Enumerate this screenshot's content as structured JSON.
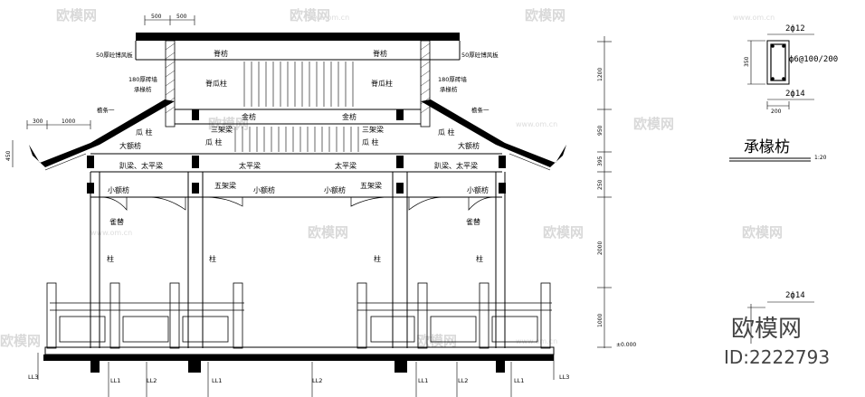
{
  "watermark": {
    "text": "欧模网",
    "url": "www.om.cn"
  },
  "brand": {
    "name": "欧模网",
    "id": "ID:2222793"
  },
  "top_dims": [
    "500",
    "500"
  ],
  "elevation": {
    "labels": {
      "board_left": "50厚砼博风板",
      "board_right": "50厚砼博风板",
      "ridge_purlin_l": "脊枋",
      "ridge_purlin_r": "脊枋",
      "wall_l": "180厚砖墙",
      "wall_r": "180厚砖墙",
      "rafter_purlin_l": "承椽枋",
      "rafter_purlin_r": "承椽枋",
      "ridge_post_l": "脊瓜柱",
      "ridge_post_r": "脊瓜柱",
      "eave_l": "檐条一",
      "eave_r": "檐条一",
      "jin_l": "金枋",
      "jin_r": "金枋",
      "three_beam_l": "三架梁",
      "three_beam_r": "三架梁",
      "melon_l1": "瓜 柱",
      "melon_l2": "瓜 柱",
      "melon_r1": "瓜 柱",
      "melon_r2": "瓜 柱",
      "big_purlin_l": "大额枋",
      "big_purlin_r": "大额枋",
      "beam_l": "趴梁、太平梁",
      "beam_r": "趴梁、太平梁",
      "taiping_l": "太平梁",
      "taiping_r": "太平梁",
      "five_beam_l": "五架梁",
      "five_beam_r": "五架梁",
      "small_l1": "小额枋",
      "small_l2": "小额枋",
      "small_r1": "小额枋",
      "small_r2": "小额枋",
      "que_l": "雀替",
      "que_r": "雀替",
      "col_1": "柱",
      "col_2": "柱",
      "col_3": "柱",
      "col_4": "柱",
      "left_dim_300": "300",
      "left_dim_1000": "1000",
      "left_dim_450": "450",
      "ll3_l": "LL3",
      "ll3_r": "LL3",
      "ll1_a": "LL1",
      "ll1_b": "LL1",
      "ll1_c": "LL1",
      "ll1_d": "LL1",
      "ll2_a": "LL2",
      "ll2_b": "LL2",
      "ll2_c": "LL2"
    },
    "right_dims": [
      "1200",
      "950",
      "395",
      "250",
      "2000",
      "1000"
    ],
    "ground_level": "±0.000"
  },
  "section": {
    "top_rebar": "2ф12",
    "stirrup": "ф6@100/200",
    "bottom_rebar": "2ф14",
    "height": "350",
    "width": "200",
    "title": "承椽枋",
    "scale": "1:20",
    "section2_top": "2ф14"
  }
}
